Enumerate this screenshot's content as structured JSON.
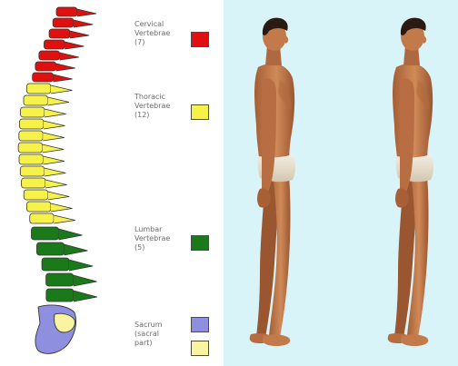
{
  "legend": [
    {
      "label": "Cervical\nVertebrae\n(7)",
      "color": "#e01010"
    },
    {
      "label": "Thoracic\nVertebrae\n(12)",
      "color": "#f7f24a"
    },
    {
      "label": "Lumbar\nVertebrae\n(5)",
      "color": "#1a7a1a"
    },
    {
      "label": "Sacrum\n(sacral\npart)",
      "colors": [
        "#8f8fe0",
        "#f8f4a0"
      ]
    }
  ],
  "colors": {
    "cervical": "#e01010",
    "thoracic": "#f7f24a",
    "lumbar": "#1a7a1a",
    "sacrum": "#8f8fe0",
    "coccyx": "#f8f4a0",
    "background": "#d9f4f8",
    "skin": "#c98252",
    "briefs": "#ece4d2",
    "hair": "#2a1a12"
  },
  "icons": [
    "spine-illustration",
    "human-figure-side-view"
  ]
}
